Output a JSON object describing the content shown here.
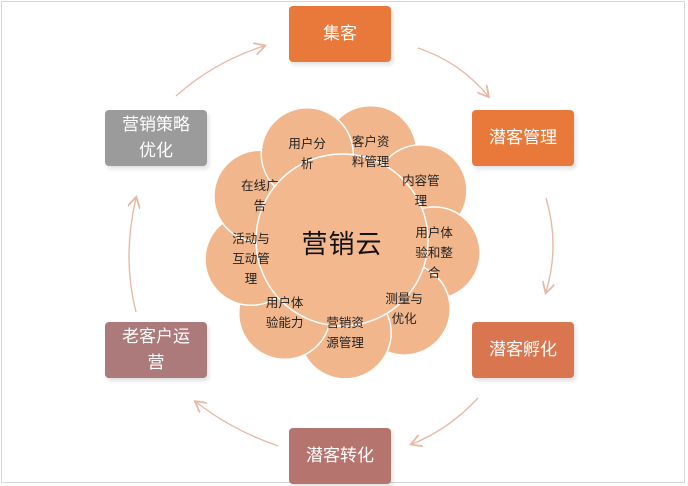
{
  "center": {
    "label": "营销云"
  },
  "petals": [
    {
      "id": "customer-data",
      "label": "客户资\n料管理"
    },
    {
      "id": "content",
      "label": "内容管\n理"
    },
    {
      "id": "user-experience-integration",
      "label": "用户体\n验和整\n合"
    },
    {
      "id": "measure",
      "label": "测量与\n优化"
    },
    {
      "id": "marketing-resources",
      "label": "营销资\n源管理"
    },
    {
      "id": "user-experience-ability",
      "label": "用户体\n验能力"
    },
    {
      "id": "activity-interaction",
      "label": "活动与\n互动管\n理"
    },
    {
      "id": "online-ads",
      "label": "在线广\n告"
    },
    {
      "id": "user-analysis",
      "label": "用户分\n析"
    }
  ],
  "stages": [
    {
      "id": "collect",
      "label": "集客",
      "color": "#e8793a"
    },
    {
      "id": "prospect-management",
      "label": "潜客管理",
      "color": "#e8793a"
    },
    {
      "id": "prospect-incubation",
      "label": "潜客孵化",
      "color": "#d9754f"
    },
    {
      "id": "prospect-conversion",
      "label": "潜客转化",
      "color": "#b5756e"
    },
    {
      "id": "old-customer-operation",
      "label": "老客户运\n营",
      "color": "#ac7a7a"
    },
    {
      "id": "strategy-optimization",
      "label": "营销策略\n优化",
      "color": "#9b9b9b"
    }
  ],
  "colors": {
    "petal_fill": "#f2b68c",
    "petal_stroke": "#ffffff",
    "center_fill": "#f4b88f",
    "arrow_stroke": "#e6b9a6"
  }
}
